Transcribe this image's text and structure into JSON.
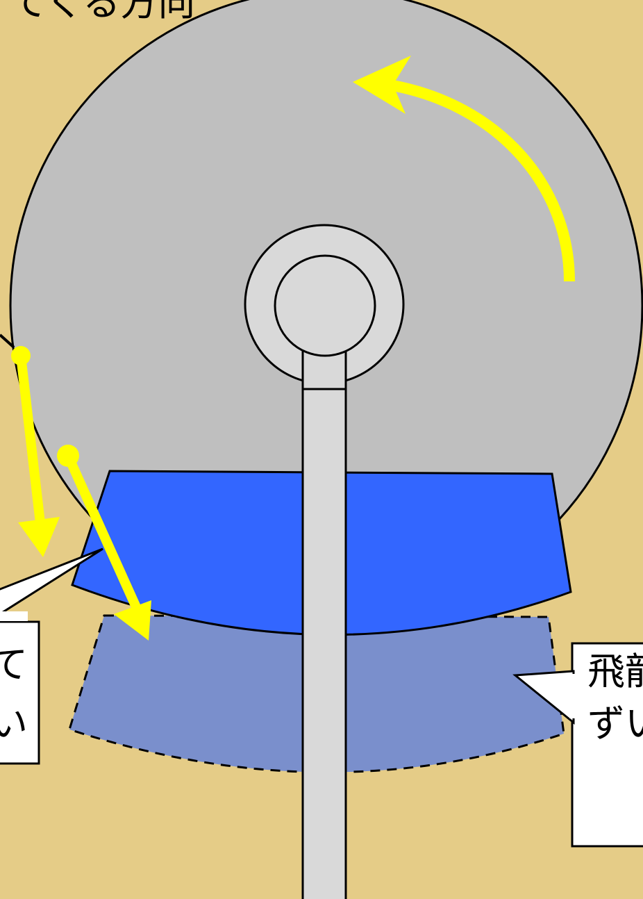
{
  "labels": {
    "top_caption": "てくる方向",
    "left_box_line1": "て",
    "left_box_line2": "い",
    "right_box_line1": "飛龍",
    "right_box_line2": "ずい"
  },
  "colors": {
    "background": "#E5CC87",
    "disc": "#BFBFBF",
    "hub": "#D9D9D9",
    "shield": "#3366FF",
    "shield_ghost": "#7A8FCC",
    "arrow": "#FFFF00",
    "outline": "#000000",
    "box": "#FFFFFF"
  },
  "icons": {
    "rotation": "curved-arrow-icon",
    "motion": "straight-arrow-icon"
  }
}
